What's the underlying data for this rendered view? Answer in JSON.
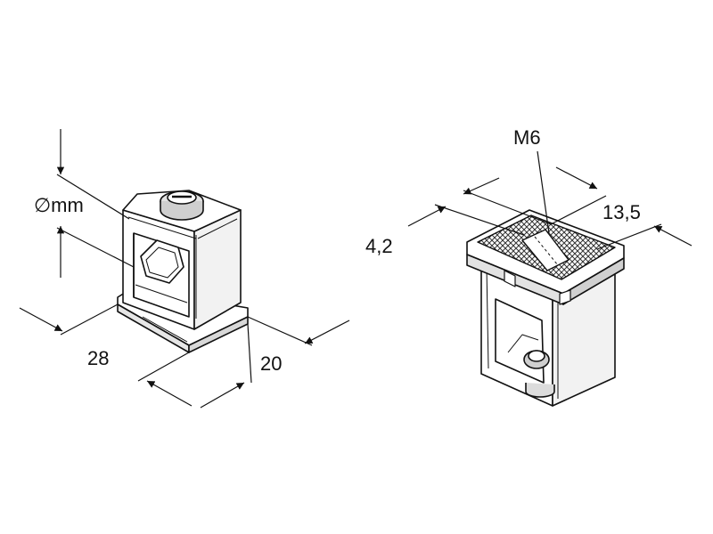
{
  "colors": {
    "line": "#111111",
    "fill_light": "#ffffff",
    "fill_gray": "#e9e9e9",
    "fill_dark": "#9a9a9a",
    "mesh": "#444444"
  },
  "left_drawing": {
    "diameter_label": "∅mm",
    "width_label": "28",
    "depth_label": "20"
  },
  "right_drawing": {
    "thread_label": "M6",
    "slot_label": "4,2",
    "length_label": "13,5"
  }
}
